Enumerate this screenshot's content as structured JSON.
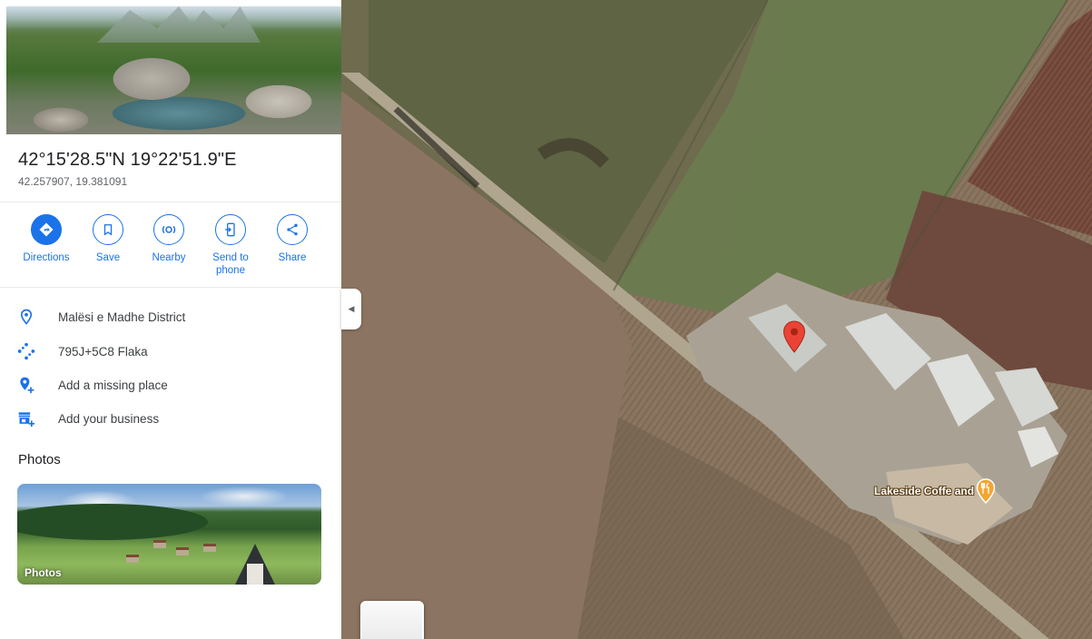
{
  "place": {
    "coords_dms": "42°15'28.5\"N 19°22'51.9\"E",
    "coords_decimal": "42.257907, 19.381091"
  },
  "actions": [
    {
      "label": "Directions",
      "icon": "directions-icon"
    },
    {
      "label": "Save",
      "icon": "bookmark-icon"
    },
    {
      "label": "Nearby",
      "icon": "nearby-icon"
    },
    {
      "label": "Send to phone",
      "icon": "send-to-phone-icon"
    },
    {
      "label": "Share",
      "icon": "share-icon"
    }
  ],
  "info": [
    {
      "text": "Malësi e Madhe District",
      "icon": "location-pin-icon"
    },
    {
      "text": "795J+5C8 Flaka",
      "icon": "plus-code-icon"
    },
    {
      "text": "Add a missing place",
      "icon": "add-place-icon"
    },
    {
      "text": "Add your business",
      "icon": "add-business-icon"
    }
  ],
  "photos": {
    "heading": "Photos",
    "card_caption": "Photos"
  },
  "map": {
    "poi_label": "Lakeside Coffe and",
    "accent_color": "#1a73e8",
    "pin_color": "#ea4335",
    "poi_color": "#f2a533"
  }
}
